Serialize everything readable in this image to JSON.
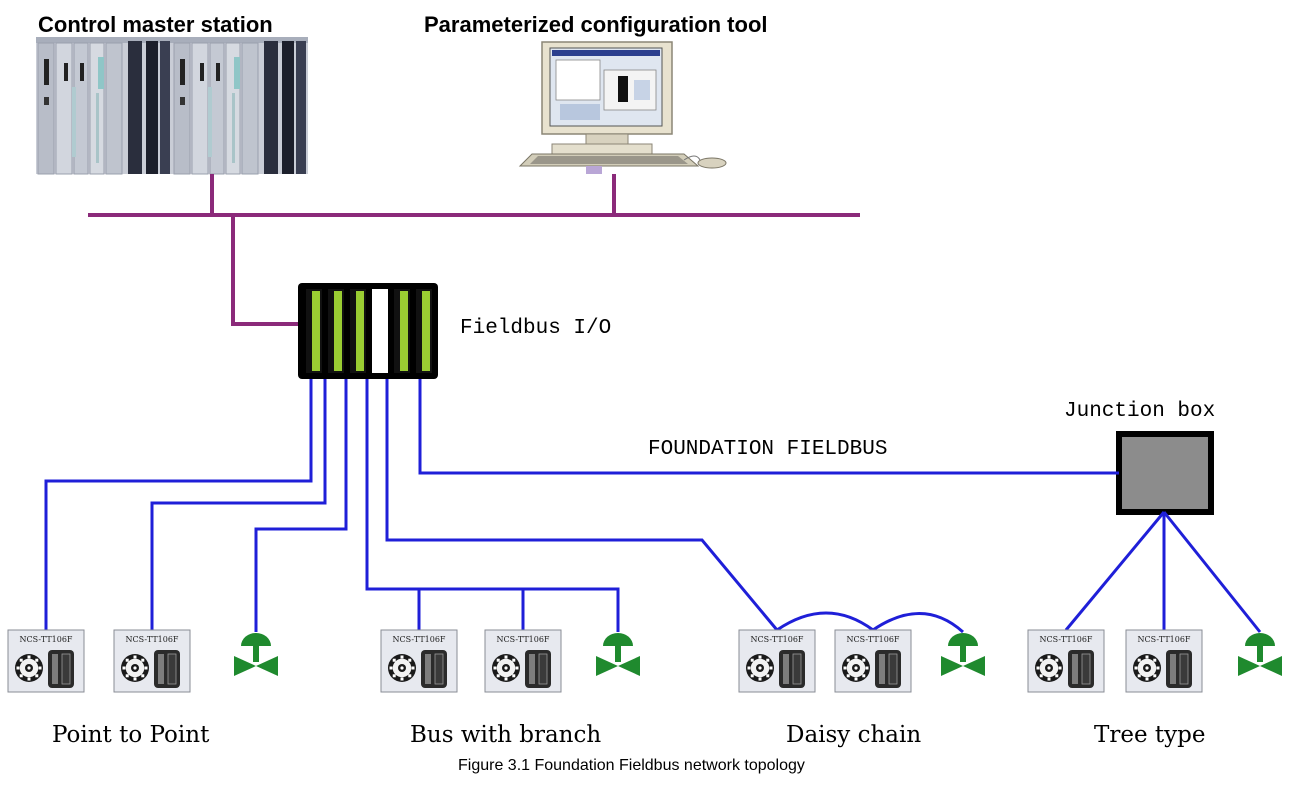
{
  "labels": {
    "master_station": "Control master station",
    "config_tool": "Parameterized configuration tool",
    "fieldbus_io": "Fieldbus I/O",
    "junction_box": "Junction box",
    "foundation_fieldbus": "FOUNDATION FIELDBUS"
  },
  "topologies": [
    "Point to Point",
    "Bus with branch",
    "Daisy chain",
    "Tree type"
  ],
  "transmitter_model": "NCS-TT106F",
  "caption": "Figure 3.1 Foundation Fieldbus network topology",
  "colors": {
    "control_bus": "#8b2a7a",
    "fieldbus": "#1f1fd8",
    "valve": "#1f8a2e",
    "io_module_green": "#9acd32",
    "junction_box_fill": "#8c8c8c"
  },
  "icons": {
    "controller_rack": "plc-rack-icon",
    "workstation": "computer-workstation-icon",
    "io_rack": "fieldbus-io-rack-icon",
    "junction": "junction-box-icon",
    "transmitter": "temperature-transmitter-icon",
    "valve": "control-valve-icon"
  }
}
